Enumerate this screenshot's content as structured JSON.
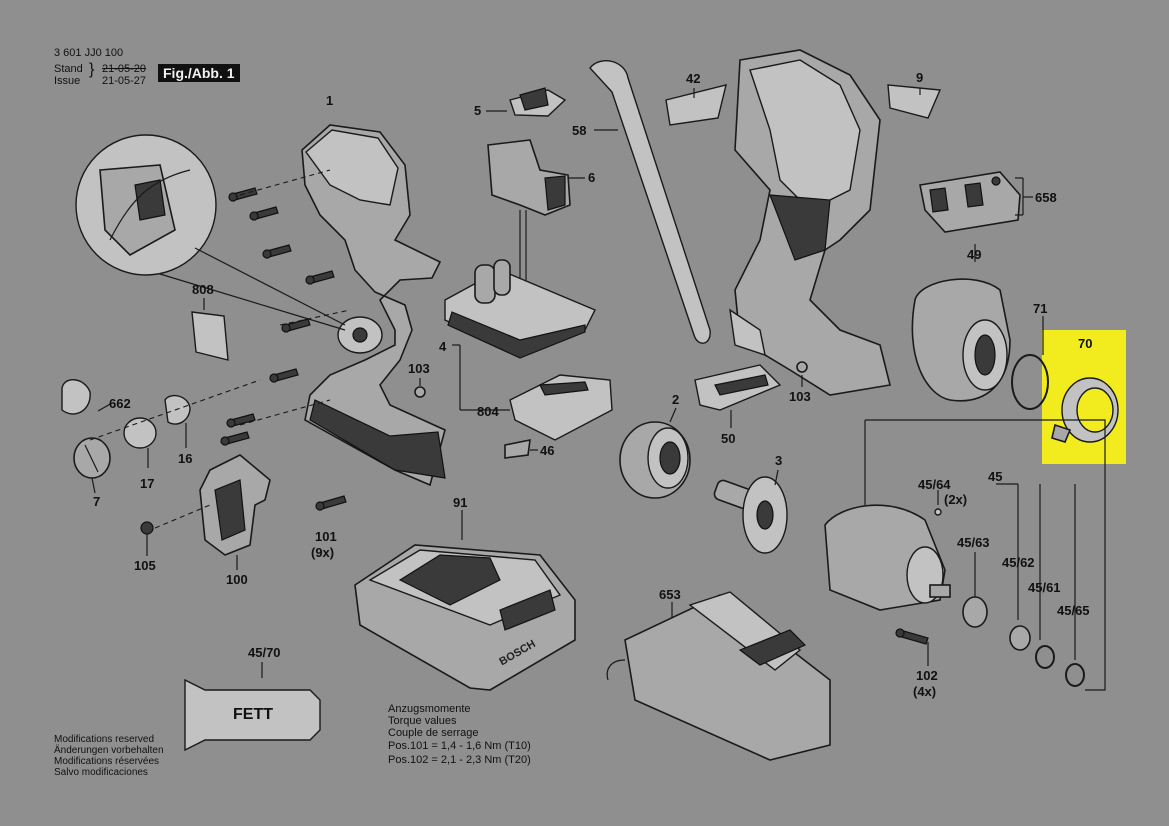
{
  "header": {
    "part_number": "3 601 JJ0 100",
    "stand_label": "Stand",
    "issue_label": "Issue",
    "date_old": "21-05-20",
    "date_new": "21-05-27",
    "figure_label": "Fig./Abb. 1"
  },
  "callouts": {
    "c1": "1",
    "c2": "2",
    "c3": "3",
    "c4": "4",
    "c5": "5",
    "c6": "6",
    "c7": "7",
    "c9": "9",
    "c16": "16",
    "c17": "17",
    "c42": "42",
    "c45": "45",
    "c46": "46",
    "c49": "49",
    "c50": "50",
    "c58": "58",
    "c70": "70",
    "c71": "71",
    "c91": "91",
    "c100": "100",
    "c101": "101",
    "c101_qty": "(9x)",
    "c102": "102",
    "c102_qty": "(4x)",
    "c103a": "103",
    "c103b": "103",
    "c105": "105",
    "c45_61": "45/61",
    "c45_62": "45/62",
    "c45_63": "45/63",
    "c45_64": "45/64",
    "c45_64_qty": "(2x)",
    "c45_65": "45/65",
    "c45_70": "45/70",
    "c653": "653",
    "c658": "658",
    "c662": "662",
    "c804": "804",
    "c808": "808"
  },
  "grease_tube_label": "FETT",
  "battery_brand": "BOSCH",
  "modifications": [
    "Modifications reserved",
    "Änderungen vorbehalten",
    "Modifications réservées",
    "Salvo modificaciones"
  ],
  "torque": {
    "lines": [
      "Anzugsmomente",
      "Torque values",
      "Couple de serrage"
    ],
    "pos101": "Pos.101  =  1,4 - 1,6 Nm (T10)",
    "pos102": "Pos.102  =  2,1 - 2,3 Nm (T20)"
  },
  "highlight_color": "#f2eb1d",
  "background_color": "#8f8f8f"
}
